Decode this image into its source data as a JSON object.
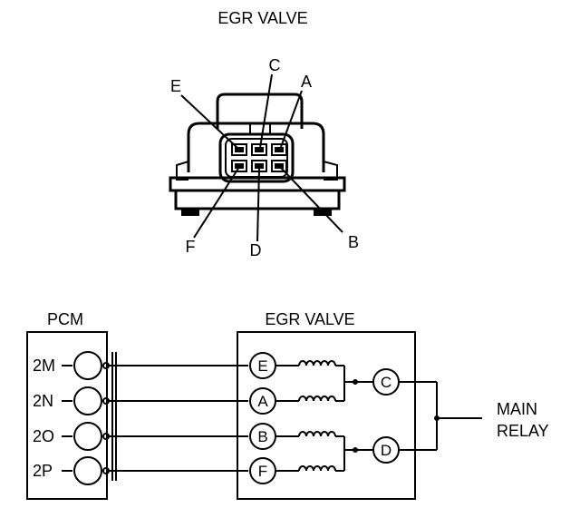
{
  "connector": {
    "title": "EGR VALVE",
    "pins": {
      "a": "A",
      "b": "B",
      "c": "C",
      "d": "D",
      "e": "E",
      "f": "F"
    }
  },
  "schematic": {
    "pcm": {
      "label": "PCM",
      "terminals": [
        "2M",
        "2N",
        "2O",
        "2P"
      ]
    },
    "egr": {
      "label": "EGR VALVE",
      "inputs": [
        "E",
        "A",
        "B",
        "F"
      ],
      "commons": [
        "C",
        "D"
      ]
    },
    "relay": {
      "line1": "MAIN",
      "line2": "RELAY"
    }
  }
}
